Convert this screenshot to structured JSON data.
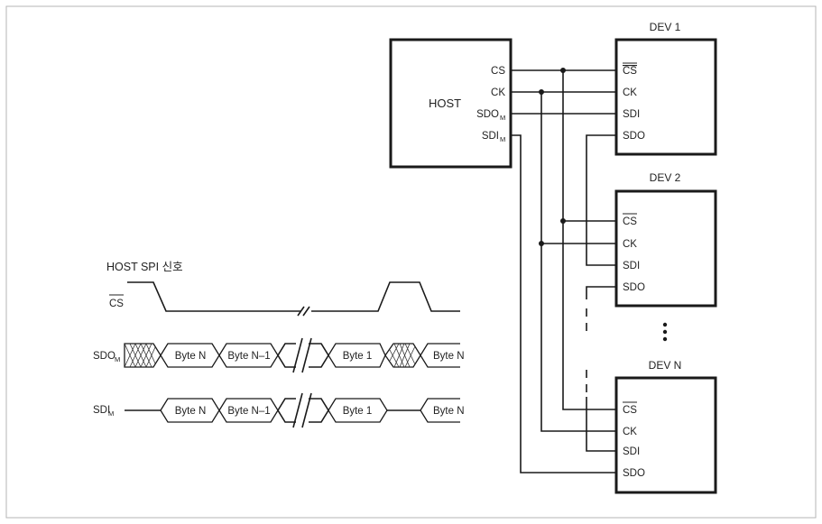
{
  "host": {
    "title": "HOST",
    "pins": {
      "cs": "CS",
      "ck": "CK",
      "sdo_base": "SDO",
      "sdo_sub": "M",
      "sdi_base": "SDI",
      "sdi_sub": "M"
    }
  },
  "devices": [
    {
      "title": "DEV 1",
      "pins": {
        "cs": "CS",
        "ck": "CK",
        "sdi": "SDI",
        "sdo": "SDO"
      }
    },
    {
      "title": "DEV 2",
      "pins": {
        "cs": "CS",
        "ck": "CK",
        "sdi": "SDI",
        "sdo": "SDO"
      }
    },
    {
      "title": "DEV N",
      "pins": {
        "cs": "CS",
        "ck": "CK",
        "sdi": "SDI",
        "sdo": "SDO"
      }
    }
  ],
  "timing": {
    "title": "HOST SPI 신호",
    "cs_label": "CS",
    "sdo_label_base": "SDO",
    "sdo_label_sub": "M",
    "sdi_label_base": "SDI",
    "sdi_label_sub": "M",
    "bytes": {
      "byte_n": "Byte N",
      "byte_n_minus_1": "Byte N–1",
      "byte_1": "Byte 1"
    }
  }
}
